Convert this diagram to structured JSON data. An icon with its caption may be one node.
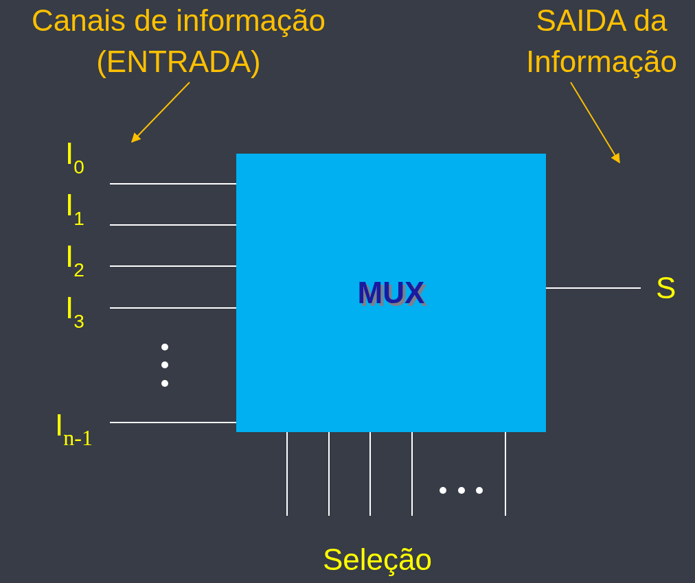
{
  "diagram": {
    "nodes": [
      {
        "text": [
          "Canais de informação (ENTRADA)"
        ]
      },
      {
        "text": [
          "SAIDA da Informação"
        ]
      },
      {
        "text": [
          "MUX"
        ]
      }
    ],
    "edges": [
      {
        "from": 0,
        "to": null,
        "arrow": "to",
        "color": "#ffc000"
      },
      {
        "from": 1,
        "to": null,
        "arrow": "to",
        "color": "#ffc000"
      },
      {
        "from": null,
        "to": 2,
        "arrow": "none"
      },
      {
        "from": null,
        "to": 2,
        "arrow": "none"
      },
      {
        "from": null,
        "to": 2,
        "arrow": "none"
      },
      {
        "from": null,
        "to": 2,
        "arrow": "none"
      },
      {
        "from": null,
        "to": 2,
        "arrow": "none"
      },
      {
        "from": 2,
        "to": null,
        "arrow": "none"
      },
      {
        "from": null,
        "to": 2,
        "arrow": "none"
      },
      {
        "from": null,
        "to": 2,
        "arrow": "none"
      },
      {
        "from": null,
        "to": 2,
        "arrow": "none"
      },
      {
        "from": null,
        "to": 2,
        "arrow": "none"
      },
      {
        "from": null,
        "to": 2,
        "arrow": "none"
      }
    ],
    "labels": [
      "I$_{0}$",
      "I$_{1}$",
      "I$_{2}$",
      "I$_{3}$",
      "I$_{n-1}$",
      "S",
      "Seleção"
    ]
  }
}
